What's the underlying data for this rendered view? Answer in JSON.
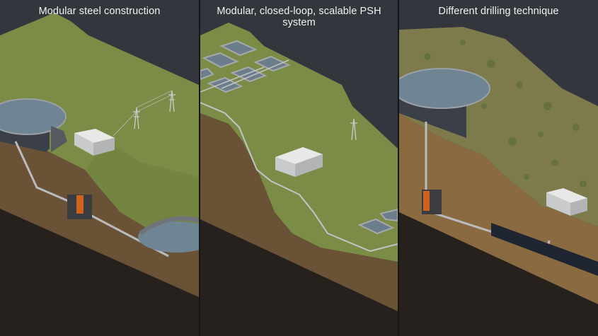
{
  "panels": [
    {
      "title": "Modular steel construction",
      "elements": [
        "upper-circular-reservoir",
        "powerhouse-building",
        "transmission-towers",
        "penstock-pipe",
        "pump-turbine",
        "lower-circular-reservoir",
        "grass-hillside",
        "soil-cross-section"
      ]
    },
    {
      "title": "Modular, closed-loop, scalable PSH system",
      "elements": [
        "upper-modular-tank-array",
        "powerhouse-building",
        "transmission-tower",
        "surface-pipe",
        "lower-modular-tank-array",
        "stepped-grass-hillside",
        "soil-cross-section"
      ]
    },
    {
      "title": "Different drilling technique",
      "elements": [
        "upper-circular-reservoir",
        "vertical-shaft",
        "pump-turbine",
        "horizontal-tunnel-reservoir",
        "powerhouse-building",
        "textured-scrub-hillside",
        "soil-cross-section"
      ]
    }
  ],
  "colors": {
    "background": "#34363d",
    "divider": "#15161a",
    "grass": "#7a8b45",
    "soil": "#6a5236",
    "deep": "#2a2420",
    "water": "#6c7e8c",
    "pipe": "#b9bcbf",
    "turbine": "#d0621e"
  }
}
